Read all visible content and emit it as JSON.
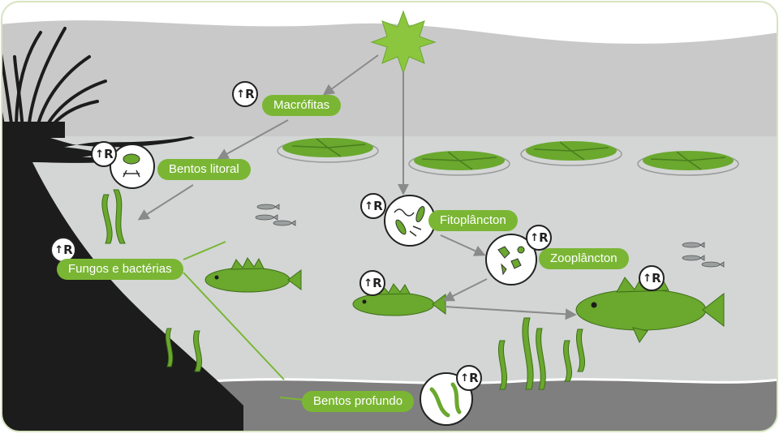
{
  "badge_text": "R",
  "labels": {
    "macrofitas": "Macrófitas",
    "bentos_litoral": "Bentos litoral",
    "fitoplancton": "Fitoplâncton",
    "zooplancton": "Zooplâncton",
    "fungos_bacterias": "Fungos e bactérias",
    "bentos_profundo": "Bentos profundo"
  },
  "colors": {
    "accent_green": "#7ab634",
    "plant_green": "#6aa82e",
    "sky_gray": "#c9c9c9",
    "water_gray": "#d3d6d5",
    "shore_black": "#1c1c1c",
    "sediment_gray": "#7f7f7f",
    "arrow_gray": "#8a8a8a"
  },
  "icons": [
    "sun-icon",
    "reed-plants-icon",
    "lily-pad-icon",
    "fish-icon",
    "algae-icon",
    "worm-icon"
  ]
}
